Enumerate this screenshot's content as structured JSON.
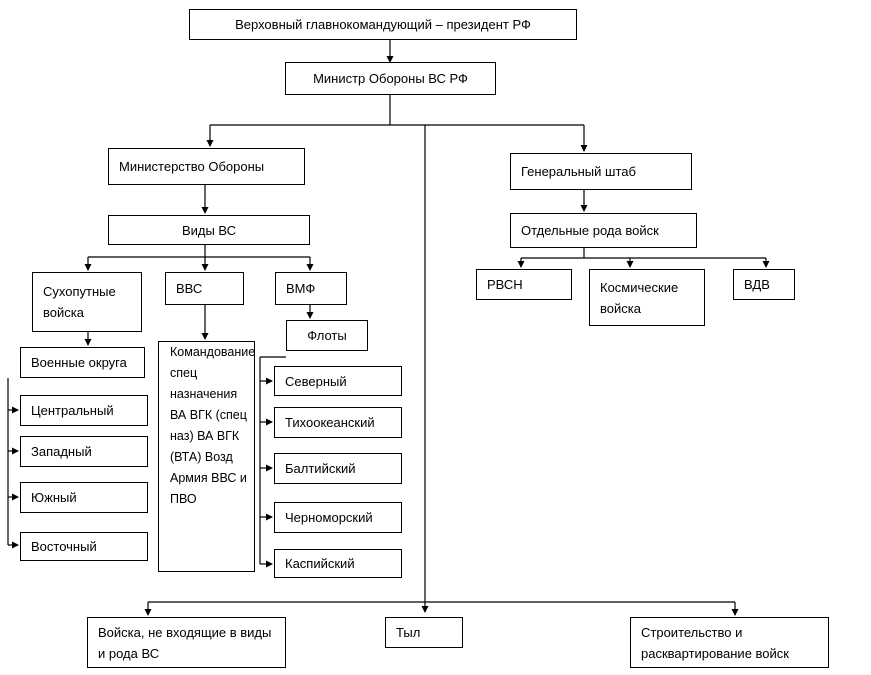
{
  "diagram": {
    "supreme": "Верховный главнокомандующий – президент РФ",
    "minister": "Министр Обороны ВС РФ",
    "ministry": "Министерство Обороны",
    "general_staff": "Генеральный штаб",
    "branches_header": "Виды ВС",
    "separate_troops": "Отдельные рода войск",
    "ground_forces": "Сухопутные войска",
    "air_force": "ВВС",
    "navy": "ВМФ",
    "rvsn": "РВСН",
    "space_forces": "Космические войска",
    "vdv": "ВДВ",
    "military_districts": "Военные округа",
    "districts": [
      "Центральный",
      "Западный",
      "Южный",
      "Восточный"
    ],
    "air_commands": "Командование спец назначения ВА ВГК (спец наз) ВА ВГК (ВТА) Возд Армия ВВС и ПВО",
    "fleets_header": "Флоты",
    "fleets": [
      "Северный",
      "Тихоокеанский",
      "Балтийский",
      "Черноморский",
      "Каспийский"
    ],
    "bottom": {
      "non_branch": "Войска, не входящие в виды и рода ВС",
      "rear": "Тыл",
      "construction": "Строительство и расквартирование войск"
    }
  },
  "colors": {
    "line": "#000000",
    "box_border": "#000000",
    "background": "#ffffff"
  }
}
